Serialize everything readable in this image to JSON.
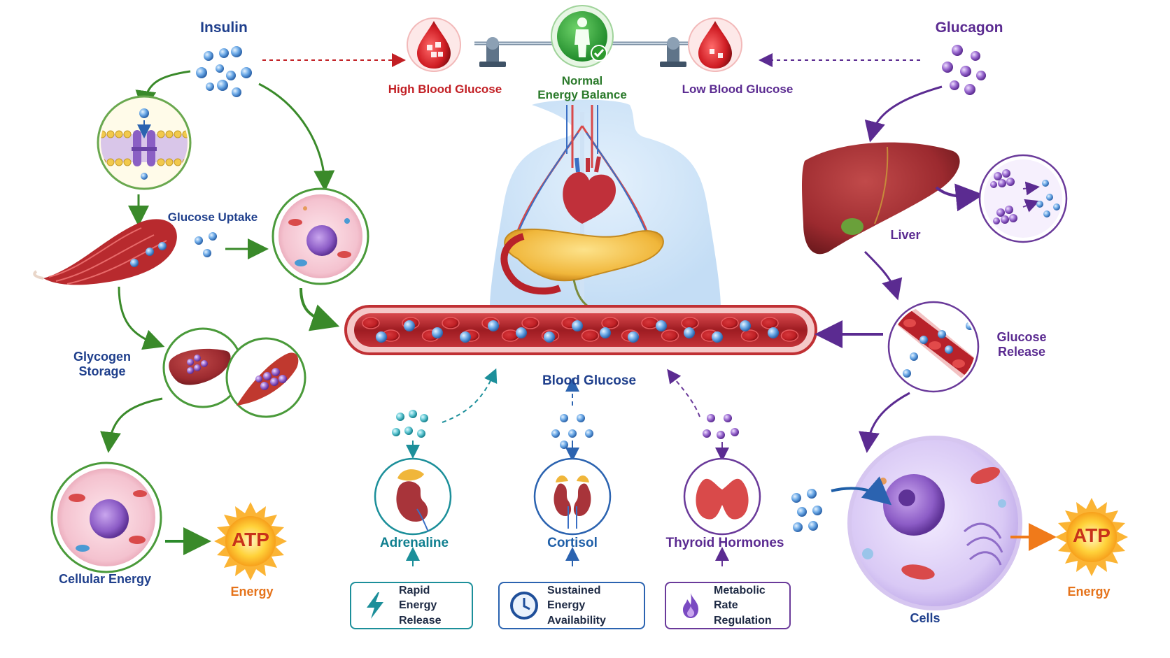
{
  "labels": {
    "insulin": "Insulin",
    "glucagon": "Glucagon",
    "high_blood_glucose": "High Blood Glucose",
    "normal_energy_balance_line1": "Normal",
    "normal_energy_balance_line2": "Energy Balance",
    "low_blood_glucose": "Low Blood Glucose",
    "glucose_uptake": "Glucose Uptake",
    "liver": "Liver",
    "glycogen_storage_line1": "Glycogen",
    "glycogen_storage_line2": "Storage",
    "glucose_release_line1": "Glucose",
    "glucose_release_line2": "Release",
    "blood_glucose": "Blood Glucose",
    "cellular_energy": "Cellular Energy",
    "atp": "ATP",
    "energy": "Energy",
    "adrenaline": "Adrenaline",
    "cortisol": "Cortisol",
    "thyroid_hormones": "Thyroid Hormones",
    "cells": "Cells"
  },
  "boxes": [
    {
      "line1": "Rapid Energy",
      "line2": "Release",
      "icon": "lightning-icon"
    },
    {
      "line1": "Sustained Energy",
      "line2": "Availability",
      "icon": "clock-icon"
    },
    {
      "line1": "Metabolic Rate",
      "line2": "Regulation",
      "icon": "flame-icon"
    }
  ],
  "colors": {
    "insulin_pathway": "#3a8a2a",
    "glucagon_pathway": "#5b2b91",
    "adrenaline": "#0f7f8f",
    "cortisol": "#1f5fa8",
    "thyroid": "#6a3a9a",
    "high_glucose": "#c21f24",
    "blood_vessel": "#b8222a",
    "glucose_molecule": "#4a8fd4"
  }
}
